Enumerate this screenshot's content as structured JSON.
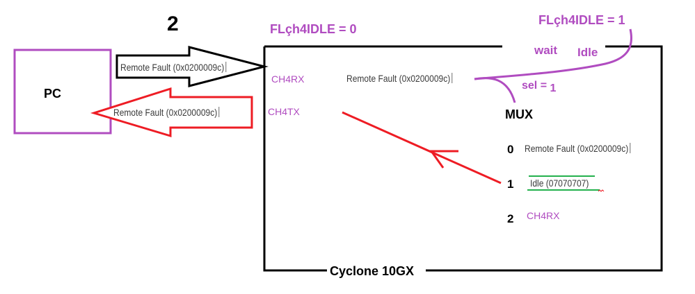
{
  "step_number": "2",
  "pc": {
    "label": "PC"
  },
  "fpga": {
    "label": "Cyclone 10GX"
  },
  "flags": {
    "left": "FLçh4IDLE =  0",
    "right": "FLçh4IDLE = 1"
  },
  "channels": {
    "rx": "CH4RX",
    "tx": "CH4TX"
  },
  "arrows": {
    "to_fpga": "Remote Fault (0x0200009c)",
    "to_pc": "Remote Fault (0x0200009c)"
  },
  "rx_signal": "Remote Fault (0x0200009c)",
  "wait_label": "wait",
  "idle_label": "Idle",
  "sel_label": "sel = ",
  "sel_value": "1",
  "mux": {
    "title": "MUX",
    "inputs": [
      {
        "index": "0",
        "label": "Remote Fault (0x0200009c)"
      },
      {
        "index": "1",
        "label": "Idle (07070707)"
      },
      {
        "index": "2",
        "label": "CH4RX"
      }
    ]
  },
  "colors": {
    "purple": "#b04cc0",
    "red": "#ee1c24",
    "green": "#22b14c",
    "black": "#000000"
  }
}
